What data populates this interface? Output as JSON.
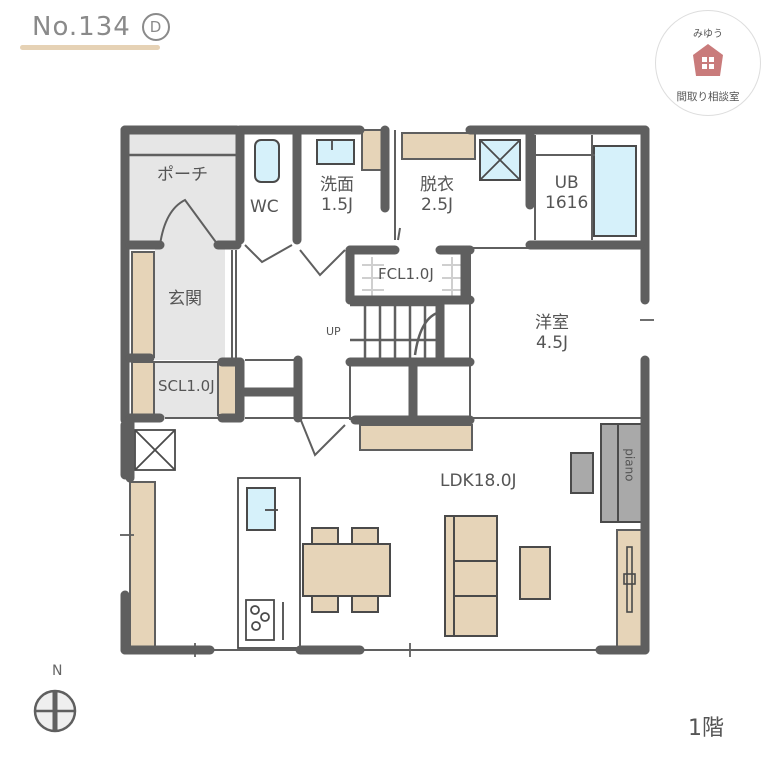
{
  "header": {
    "plan_number": "No.134",
    "plan_variant": "D"
  },
  "logo": {
    "brand": "みゆう",
    "subtitle": "間取り相談室",
    "house_color": "#c97b7b"
  },
  "rooms": {
    "porch": {
      "name": "ポーチ"
    },
    "wc": {
      "name": "WC"
    },
    "washroom": {
      "name": "洗面",
      "size": "1.5J"
    },
    "dressing": {
      "name": "脱衣",
      "size": "2.5J"
    },
    "bath": {
      "name": "UB",
      "size": "1616"
    },
    "family_closet": {
      "name": "FCL1.0J"
    },
    "entrance": {
      "name": "玄関"
    },
    "shoe_closet": {
      "name": "SCL1.0J"
    },
    "western_room": {
      "name": "洋室",
      "size": "4.5J"
    },
    "ldk": {
      "name": "LDK18.0J"
    },
    "stairs": {
      "label": "UP"
    }
  },
  "furniture": {
    "piano": {
      "label": "piano"
    }
  },
  "compass": {
    "label": "N"
  },
  "floor": {
    "label": "1階"
  },
  "colors": {
    "wall": "#5f5f5f",
    "storage": "#e6d4b8",
    "fixture_blue": "#d6f1fa",
    "porch_floor": "#e6e6e6",
    "piano_gray": "#a9a9a9",
    "accent_line": "#e6d2b5"
  }
}
